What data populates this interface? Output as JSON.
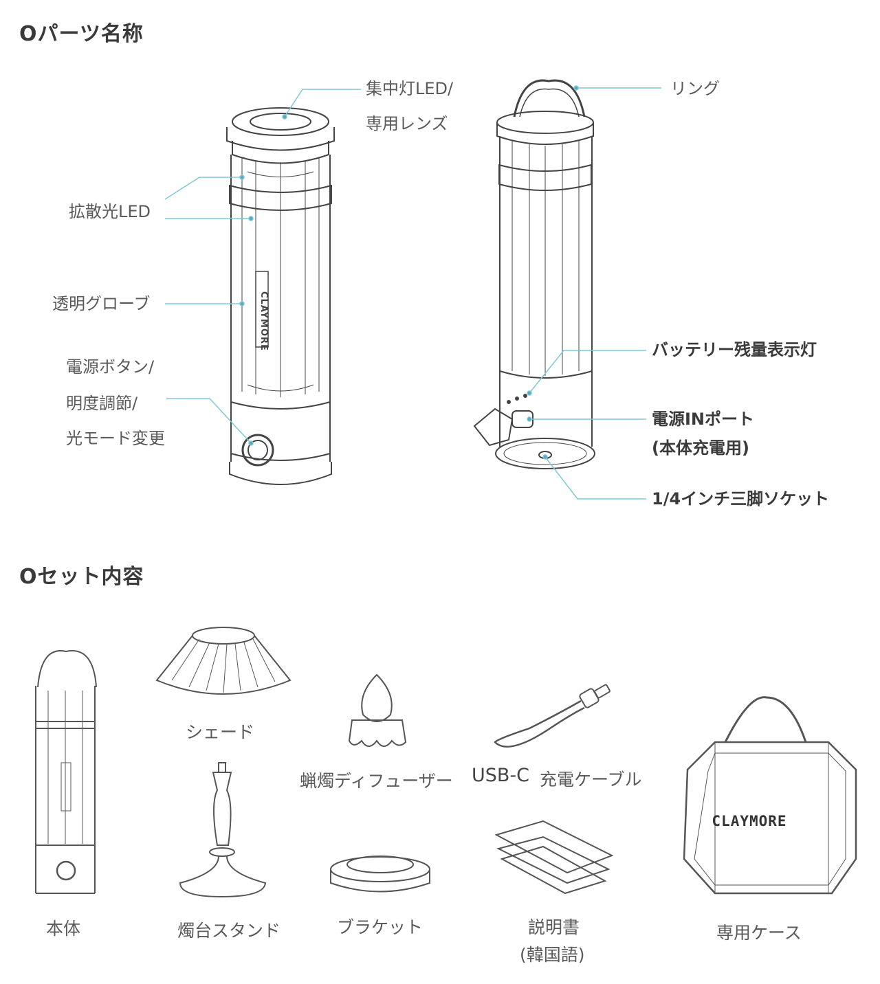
{
  "sections": {
    "parts_heading": "Oパーツ名称",
    "set_heading": "Oセット内容"
  },
  "parts_labels": {
    "spot_led_line1": "集中灯LED/",
    "spot_led_line2": "専用レンズ",
    "ring": "リング",
    "diffuse_led": "拡散光LED",
    "globe": "透明グローブ",
    "power_line1": "電源ボタン/",
    "power_line2": "明度調節/",
    "power_line3": "光モード変更",
    "battery_indicator": "バッテリー残量表示灯",
    "power_in_line1": "電源INポート",
    "power_in_line2": "(本体充電用)",
    "tripod_socket": "1/4インチ三脚ソケット"
  },
  "set_items": {
    "body": "本体",
    "shade": "シェード",
    "candle_diffuser": "蝋燭ディフューザー",
    "usb_cable": "USB-C",
    "usb_cable_suffix": "充電ケーブル",
    "candle_stand": "燭台スタンド",
    "bracket": "ブラケット",
    "manual_line1": "説明書",
    "manual_line2": "(韓国語)",
    "case": "専用ケース"
  },
  "brand": {
    "logo_text": "CLAYMORE"
  },
  "colors": {
    "leader_line": "#7ec8d8",
    "outline": "#444444",
    "text": "#5a5a5a"
  }
}
